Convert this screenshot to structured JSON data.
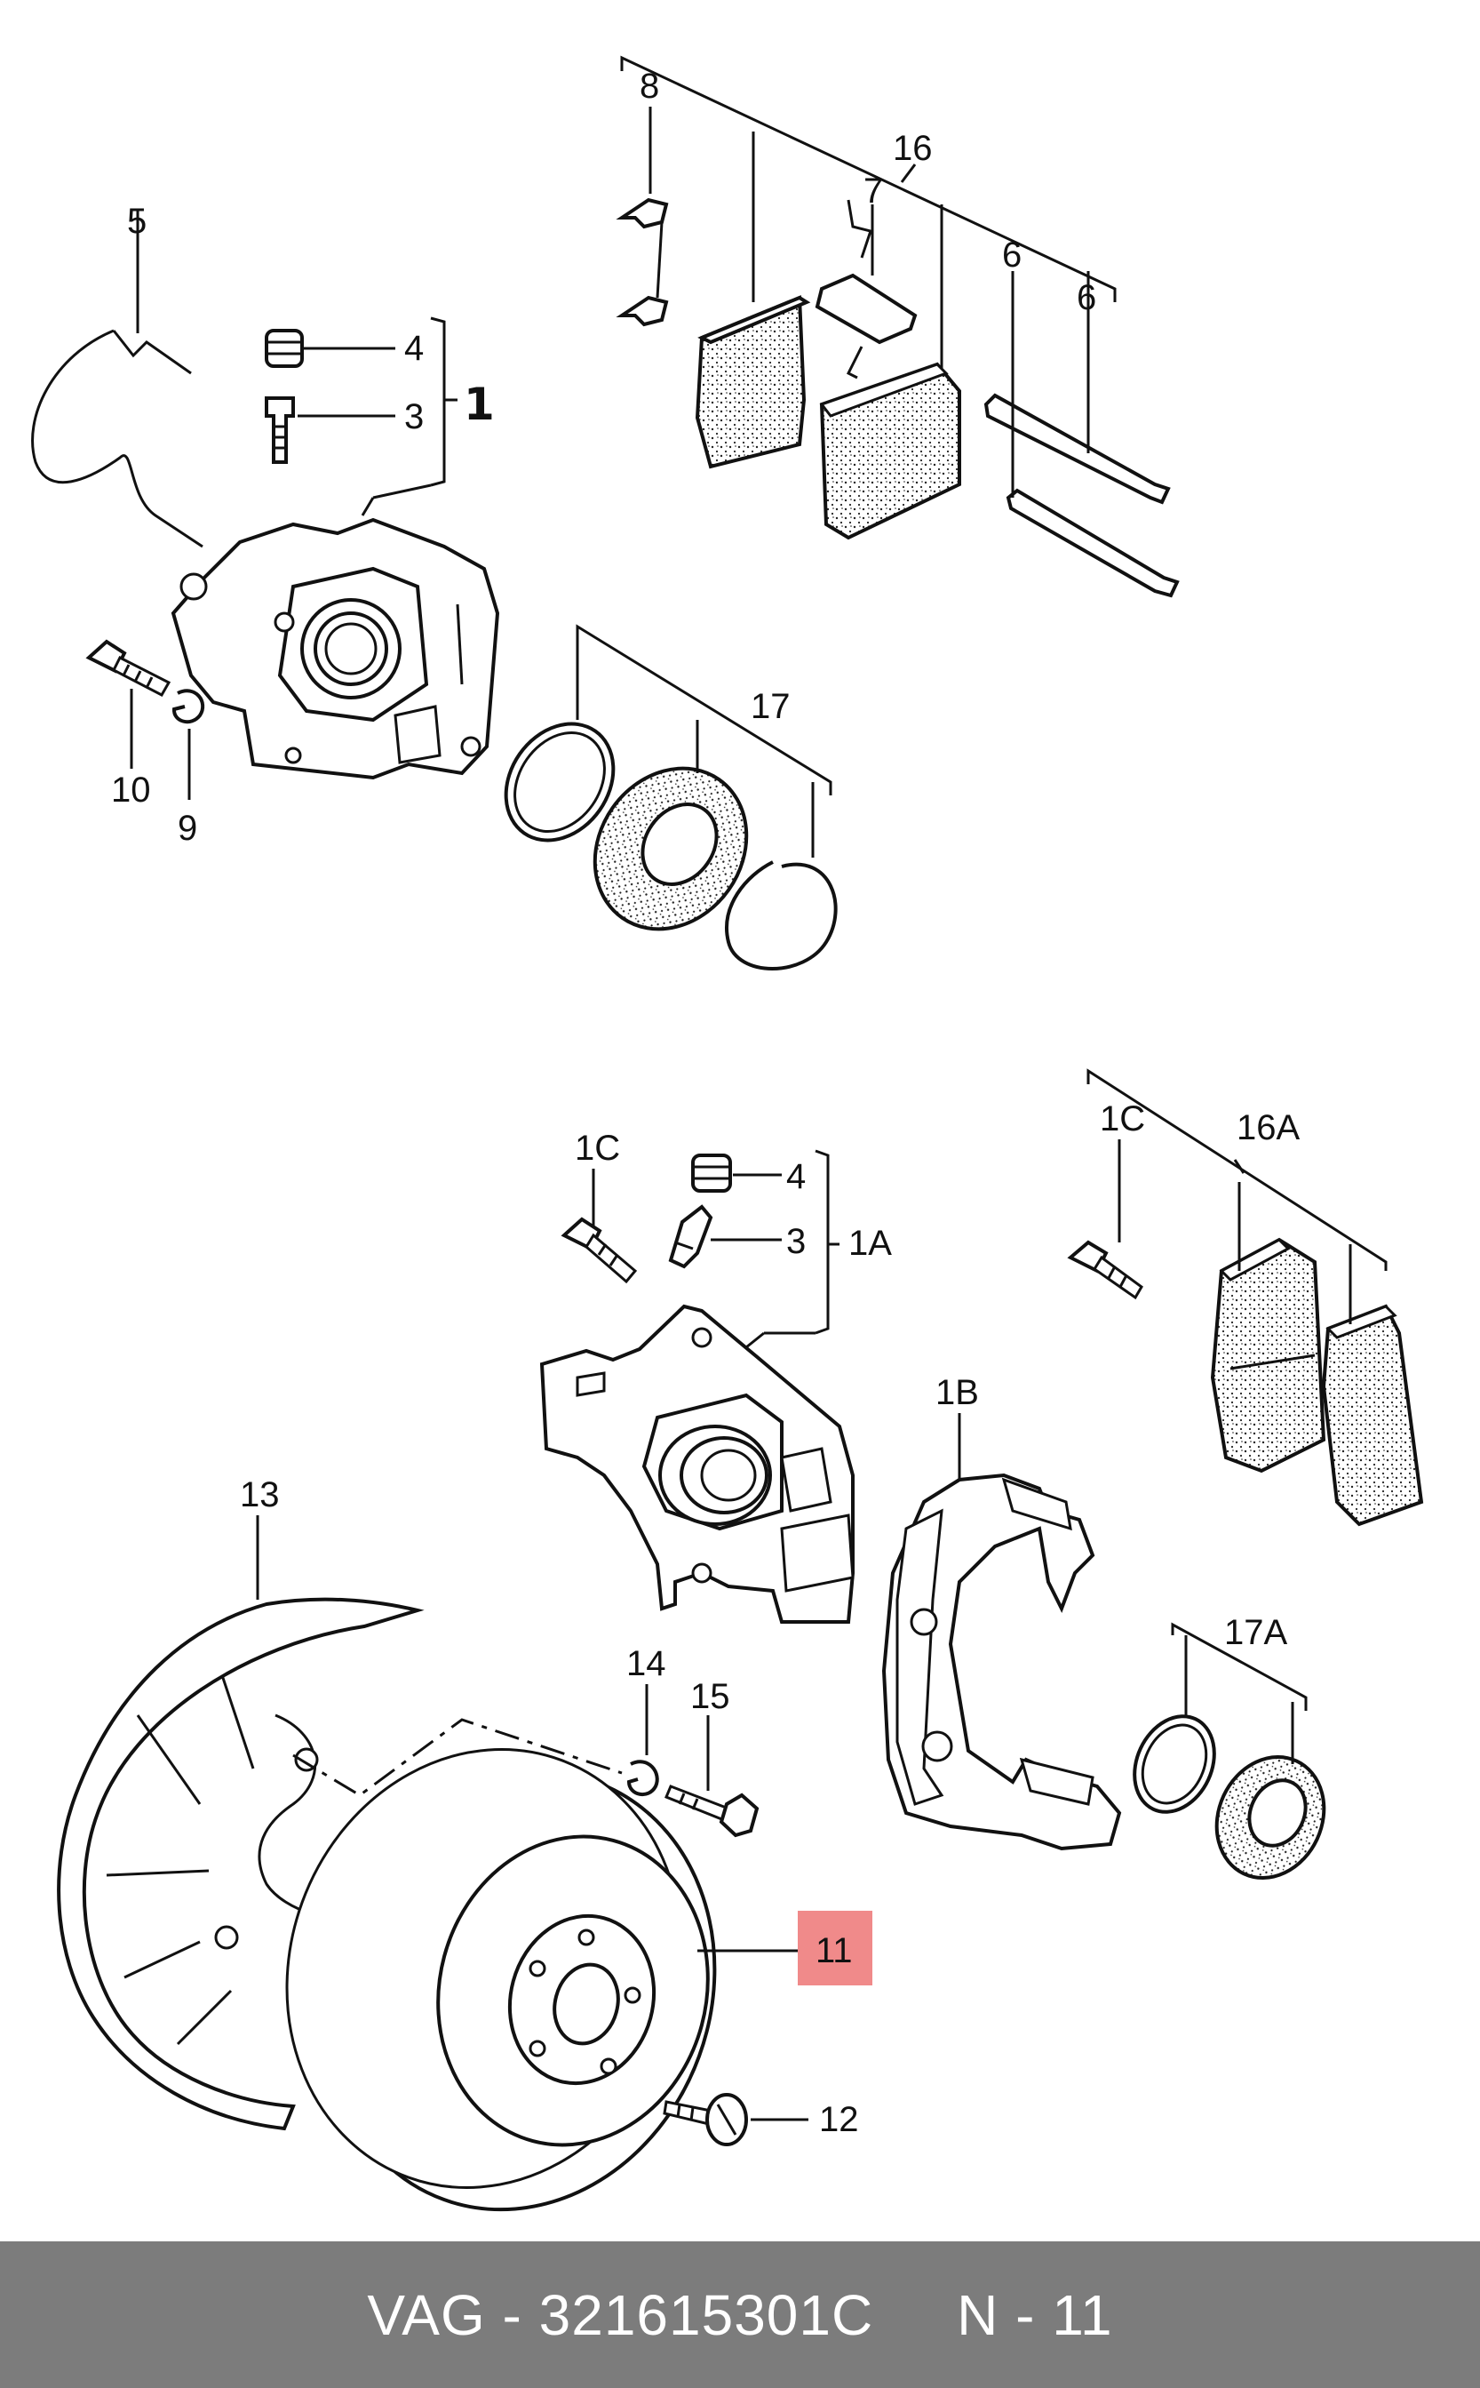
{
  "callouts": {
    "c1": "1",
    "c1A": "1A",
    "c1B": "1B",
    "c1C_a": "1C",
    "c1C_b": "1C",
    "c3a": "3",
    "c3b": "3",
    "c4a": "4",
    "c4b": "4",
    "c5": "5",
    "c6a": "6",
    "c6b": "6",
    "c7": "7",
    "c8": "8",
    "c9": "9",
    "c10": "10",
    "c11": "11",
    "c12": "12",
    "c13": "13",
    "c14": "14",
    "c15": "15",
    "c16": "16",
    "c16A": "16A",
    "c17": "17",
    "c17A": "17A"
  },
  "highlight": {
    "part": "11",
    "color": "#f08a8a"
  },
  "footer": {
    "text": "VAG - 321615301C     N - 11",
    "background": "#7c7c7c"
  }
}
